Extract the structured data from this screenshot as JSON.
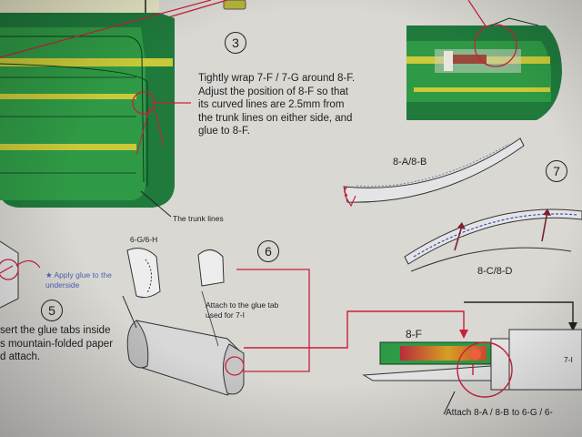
{
  "steps": {
    "step3": {
      "number": "3",
      "instruction": [
        "Tightly wrap 7-F / 7-G around 8-F.",
        "Adjust the position of 8-F so that",
        "its curved lines are 2.5mm from",
        "the trunk lines on either side, and",
        "glue to 8-F."
      ],
      "callout": "The trunk lines"
    },
    "step5": {
      "number": "5",
      "note": "Apply glue to the underside",
      "instruction": [
        "sert the glue tabs inside",
        "s mountain-folded paper",
        "d attach."
      ]
    },
    "step6": {
      "number": "6",
      "part_label": "6-G/6-H",
      "note": [
        "Attach to the glue tab",
        "used for 7-I"
      ]
    },
    "step7": {
      "number": "7",
      "part_top": "8-A/8-B",
      "part_bottom": "8-C/8-D"
    },
    "assembly": {
      "part_left": "8-F",
      "part_right": "7-I",
      "caption": "Attach 8-A / 8-B to 6-G / 6-"
    }
  },
  "colors": {
    "paper": "#d9d8d3",
    "green_dark": "#1f7a3c",
    "green": "#2f9a45",
    "stripe_yellow": "#c9c93a",
    "line_red": "#c8203a",
    "ink": "#1e1e22",
    "note_blue": "#4a63b8"
  }
}
